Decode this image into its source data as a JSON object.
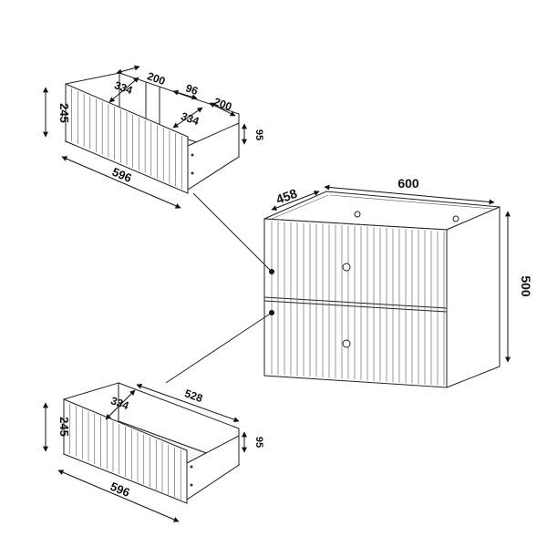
{
  "cabinet": {
    "width_label": "600",
    "depth_label": "458",
    "height_label": "500"
  },
  "top_drawer": {
    "height_label": "245",
    "front_width_label": "596",
    "inner_depth_label_1": "200",
    "gap_label": "96",
    "inner_depth_label_2": "200",
    "inner_width_label_1": "334",
    "inner_width_label_2": "334",
    "side_height_label": "95"
  },
  "bottom_drawer": {
    "height_label": "245",
    "front_width_label": "596",
    "inner_width_label": "334",
    "inner_depth_label": "528",
    "side_height_label": "95"
  }
}
